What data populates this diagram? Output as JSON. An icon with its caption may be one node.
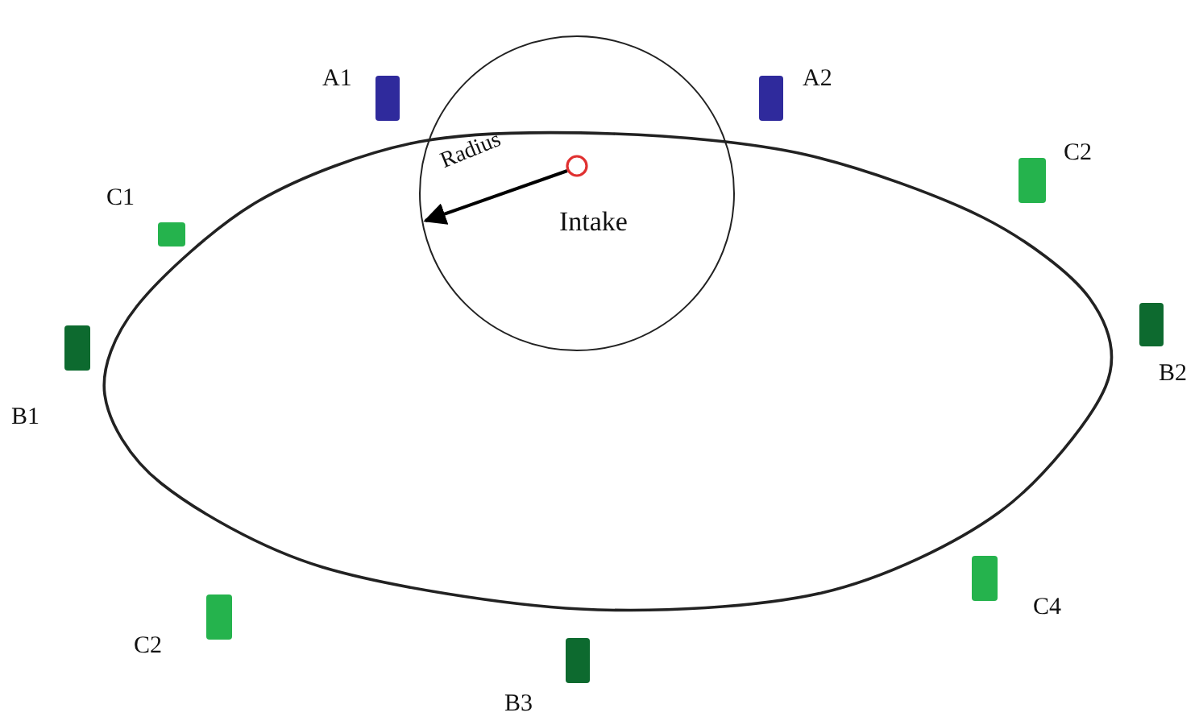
{
  "diagram": {
    "nodes": [
      {
        "text": [],
        "shape": "box",
        "beside": [
          "A1"
        ]
      },
      {
        "text": [],
        "shape": "box",
        "beside": [
          "A2"
        ]
      },
      {
        "text": [],
        "shape": "box",
        "beside": [
          "C2"
        ]
      },
      {
        "text": [],
        "shape": "box",
        "beside": [
          "C1"
        ]
      },
      {
        "text": [
          "Intake"
        ]
      },
      {
        "text": [],
        "shape": "box",
        "beside": [
          "B2"
        ]
      },
      {
        "text": [],
        "shape": "box",
        "beside": [
          "B1"
        ]
      },
      {
        "text": [],
        "shape": "box",
        "beside": [
          "C4"
        ]
      },
      {
        "text": [],
        "shape": "box",
        "beside": [
          "C2"
        ]
      },
      {
        "text": [],
        "shape": "box",
        "beside": [
          "B3"
        ]
      }
    ],
    "labels": [
      "Radius"
    ]
  }
}
